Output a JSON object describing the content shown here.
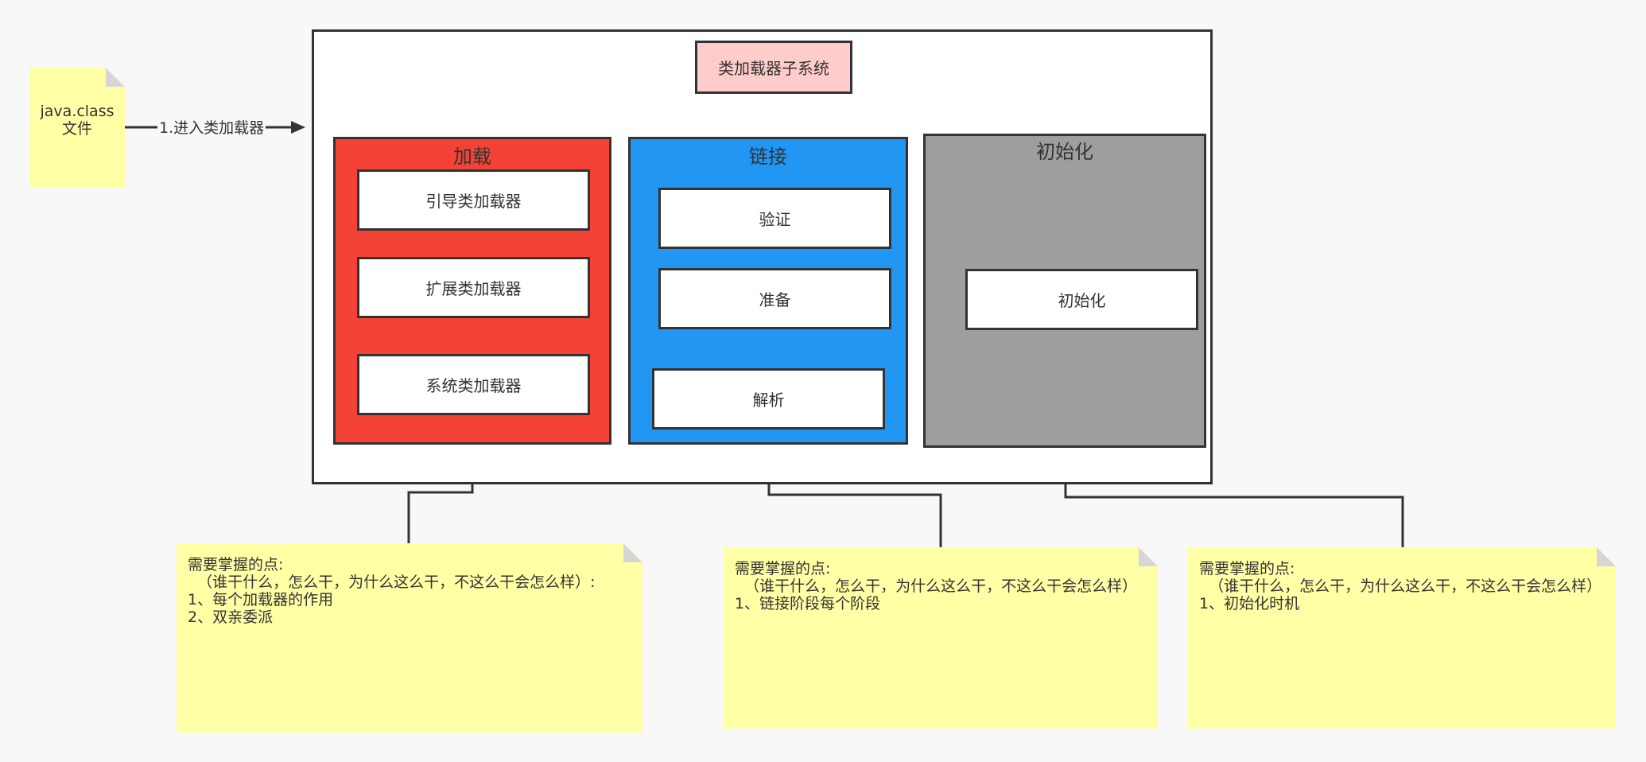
{
  "source_note": {
    "line1": "java.class",
    "line2": "文件"
  },
  "arrow_label": "1.进入类加载器",
  "subsystem_title": "类加载器子系统",
  "stages": {
    "load": {
      "label": "加载",
      "items": [
        "引导类加载器",
        "扩展类加载器",
        "系统类加载器"
      ],
      "color": "#f44336"
    },
    "link": {
      "label": "链接",
      "items": [
        "验证",
        "准备",
        "解析"
      ],
      "color": "#2196f3"
    },
    "init": {
      "label": "初始化",
      "items": [
        "初始化"
      ],
      "color": "#9e9e9e"
    }
  },
  "notes": {
    "load": "需要掌握的点:\n  （谁干什么，怎么干，为什么这么干，不这么干会怎么样）:\n1、每个加载器的作用\n2、双亲委派",
    "link": "需要掌握的点:\n  （谁干什么，怎么干，为什么这么干，不这么干会怎么样）\n1、链接阶段每个阶段",
    "init": "需要掌握的点:\n  （谁干什么，怎么干，为什么这么干，不这么干会怎么样）\n1、初始化时机"
  },
  "colors": {
    "note_fill": "#ffffa6",
    "title_fill": "#ffcccc",
    "stroke": "#333333"
  }
}
